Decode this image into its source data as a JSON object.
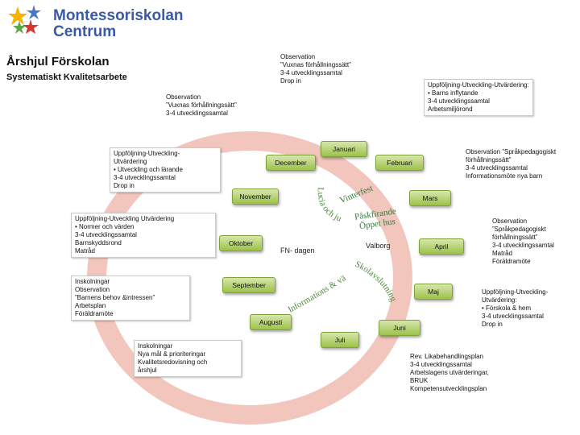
{
  "logo": {
    "line1": "Montessoriskolan",
    "line2": "Centrum"
  },
  "title": "Årshjul Förskolan",
  "subtitle": "Systematiskt Kvalitetsarbete",
  "months": {
    "jan": "Januari",
    "feb": "Februari",
    "mar": "Mars",
    "apr": "April",
    "maj": "Maj",
    "jun": "Juni",
    "jul": "Juli",
    "aug": "Augusti",
    "sep": "September",
    "okt": "Oktober",
    "nov": "November",
    "dec": "December"
  },
  "events": {
    "lucia": "Lucia och julfirande",
    "vinterfest": "Vinterfest",
    "pask": "Påskfirande",
    "oppet_hus": "Öppet hus",
    "valborg": "Valborg",
    "fn": "FN- dagen",
    "skolavslutning": "Skolavslutning",
    "info": "Informations & välkomstmöten"
  },
  "notes": {
    "top_center": "Observation\n”Vuxnas förhållningssätt”\n3-4 utvecklingssamtal\nDrop in",
    "top_left": "Observation\n”Vuxnas förhållningssätt”\n3-4 utvecklingssamtal",
    "top_right": "Uppföljning-Utveckling-Utvärdering:\n•  Barns inflytande\n3-4 utvecklingssamtal\nArbetsmiljörond",
    "right_feb": "Observation ”Språkpedagogiskt\nförhållningssätt”\n3-4 utvecklingssamtal\nInformationsmöte nya barn",
    "left_dec": "Uppföljning-Utveckling-\nUtvärdering\n•  Utveckling och lärande\n3-4 utvecklingssamtal\nDrop in",
    "left_nov": "Uppföljning-Utveckling Utvärdering\n•  Normer och värden\n3-4 utvecklingssamtal\nBarnskyddsrond\nMatråd",
    "right_apr": "Observation\n”Språkpedagogiskt\nförhållningssätt”\n3-4 utvecklingssamtal\nMatråd\nFöräldramöte",
    "left_sep": "Inskolningar\nObservation\n”Barnens behov &intressen”\nArbetsplan\nFöräldramöte",
    "right_maj": "Uppföljning-Utveckling-\nUtvärdering:\n•  Förskola & hem\n3-4 utvecklingssamtal\nDrop in",
    "bottom_left": "Inskolningar\nNya mål & prioriteringar\nKvalitetsredovisning och\nårshjul",
    "bottom_right": "Rev. Likabehandlingsplan\n3-4 utvecklingssamtal\nArbetslagens utvärderingar,\nBRUK\nKompetensutvecklingsplan"
  },
  "colors": {
    "ring": "#f2c6bc",
    "month_fill": "#b6d27a",
    "brand_blue": "#3a5aa8"
  }
}
